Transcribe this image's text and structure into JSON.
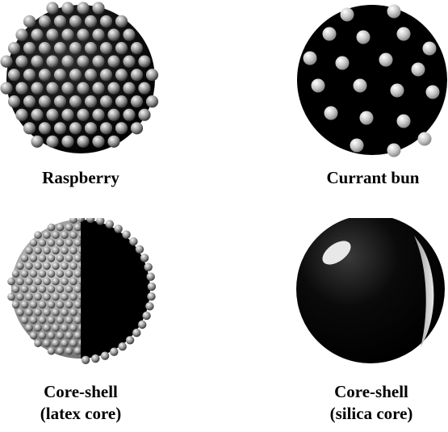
{
  "figure": {
    "panels": [
      {
        "id": "raspberry",
        "caption_lines": [
          "Raspberry"
        ]
      },
      {
        "id": "currant-bun",
        "caption_lines": [
          "Currant bun"
        ]
      },
      {
        "id": "core-shell-latex",
        "caption_lines": [
          "Core-shell",
          "(latex core)"
        ]
      },
      {
        "id": "core-shell-silica",
        "caption_lines": [
          "Core-shell",
          "(silica core)"
        ]
      }
    ]
  }
}
